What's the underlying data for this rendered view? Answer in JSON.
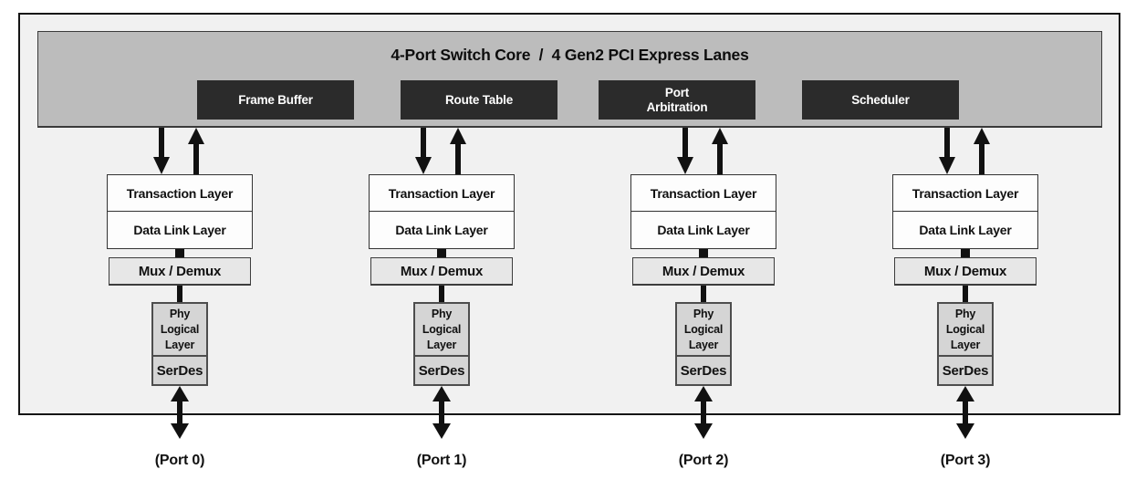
{
  "diagram": {
    "core_bar": {
      "title": "4-Port Switch Core  /  4 Gen2 PCI Express Lanes",
      "modules": [
        "Frame Buffer",
        "Route Table",
        "Port\nArbitration",
        "Scheduler"
      ]
    },
    "columns": [
      {
        "transaction": "Transaction Layer",
        "data_link": "Data Link Layer",
        "mux": "Mux / Demux",
        "phy": "Phy\nLogical\nLayer",
        "serdes": "SerDes",
        "port": "(Port 0)"
      },
      {
        "transaction": "Transaction Layer",
        "data_link": "Data Link Layer",
        "mux": "Mux / Demux",
        "phy": "Phy\nLogical\nLayer",
        "serdes": "SerDes",
        "port": "(Port 1)"
      },
      {
        "transaction": "Transaction Layer",
        "data_link": "Data Link Layer",
        "mux": "Mux / Demux",
        "phy": "Phy\nLogical\nLayer",
        "serdes": "SerDes",
        "port": "(Port 2)"
      },
      {
        "transaction": "Transaction Layer",
        "data_link": "Data Link Layer",
        "mux": "Mux / Demux",
        "phy": "Phy\nLogical\nLayer",
        "serdes": "SerDes",
        "port": "(Port 3)"
      }
    ],
    "colors": {
      "enclosure_fill": "#f1f1f1",
      "core_bar_fill": "#bcbcbc",
      "module_fill": "#2b2b2b",
      "module_text": "#ffffff",
      "layer_box_fill": "#fdfdfd",
      "mux_fill": "#e7e7e7",
      "phy_fill": "#d5d5d5",
      "line_color": "#111111"
    }
  }
}
